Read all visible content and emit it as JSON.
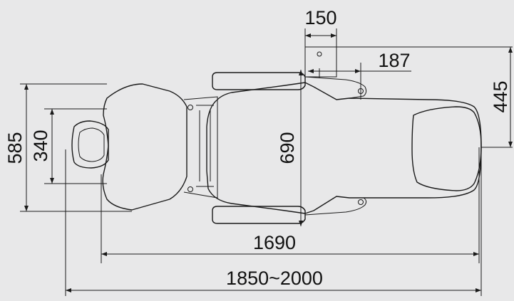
{
  "drawing": {
    "dimensions": {
      "top_width": "150",
      "offset": "187",
      "right_height": "445",
      "left_outer": "585",
      "left_inner": "340",
      "center_height": "690",
      "seat_length": "1690",
      "total_length": "1850~2000"
    },
    "colors": {
      "background": "#e8e8e9",
      "lines": "#1a1a1a"
    }
  }
}
